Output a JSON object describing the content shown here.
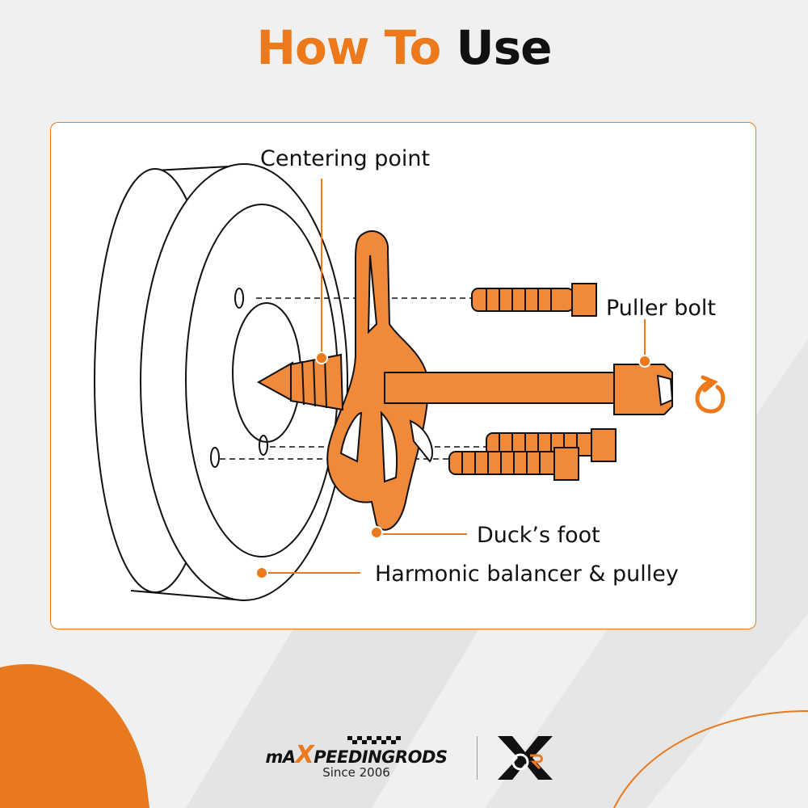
{
  "title": {
    "word1": "How To",
    "word2": "Use"
  },
  "labels": {
    "centering_point": "Centering point",
    "puller_bolt": "Puller bolt",
    "ducks_foot": "Duck’s foot",
    "harmonic_balancer": "Harmonic balancer & pulley"
  },
  "footer": {
    "brand_prefix": "mA",
    "brand_x": "X",
    "brand_suffix": "PEEDINGRODS",
    "since": "Since 2006"
  },
  "colors": {
    "accent": "#ec7a1c",
    "tool_fill": "#f08a3a",
    "text": "#111111",
    "background": "#f0f0f0"
  },
  "icons": [
    "rotate-arrow-icon",
    "brand-logo-icon",
    "checkered-flag-icon"
  ]
}
